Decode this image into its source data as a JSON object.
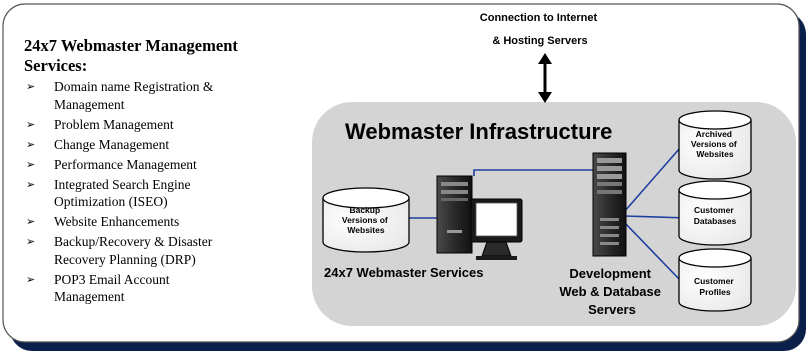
{
  "services": {
    "title_line1": "24x7 Webmaster Management",
    "title_line2": "Services:",
    "bullet_glyph": "➢",
    "items": [
      [
        "Domain name Registration &",
        "Management"
      ],
      [
        "Problem Management"
      ],
      [
        "Change Management"
      ],
      [
        "Performance Management"
      ],
      [
        "Integrated Search Engine",
        "Optimization (ISEO)"
      ],
      [
        "Website Enhancements"
      ],
      [
        "Backup/Recovery & Disaster",
        "Recovery Planning (DRP)"
      ],
      [
        "POP3 Email Account",
        "Management"
      ]
    ]
  },
  "connection": {
    "line1": "Connection to Internet",
    "line2": "& Hosting Servers"
  },
  "infrastructure": {
    "title": "Webmaster Infrastructure"
  },
  "databases": {
    "backup": [
      "Backup",
      "Versions of",
      "Websites"
    ],
    "archived": [
      "Archived",
      "Versions of",
      "Websites"
    ],
    "customer_db": [
      "Customer",
      "Databases"
    ],
    "customer_profiles": [
      "Customer",
      "Profiles"
    ]
  },
  "labels": {
    "services": "24x7 Webmaster Services",
    "dev_line1": "Development",
    "dev_line2": "Web & Database",
    "dev_line3": "Servers"
  },
  "colors": {
    "frame_shadow": "#0a1f4a",
    "panel_fill": "#d4d4d4",
    "connector": "#1f3f9f"
  }
}
